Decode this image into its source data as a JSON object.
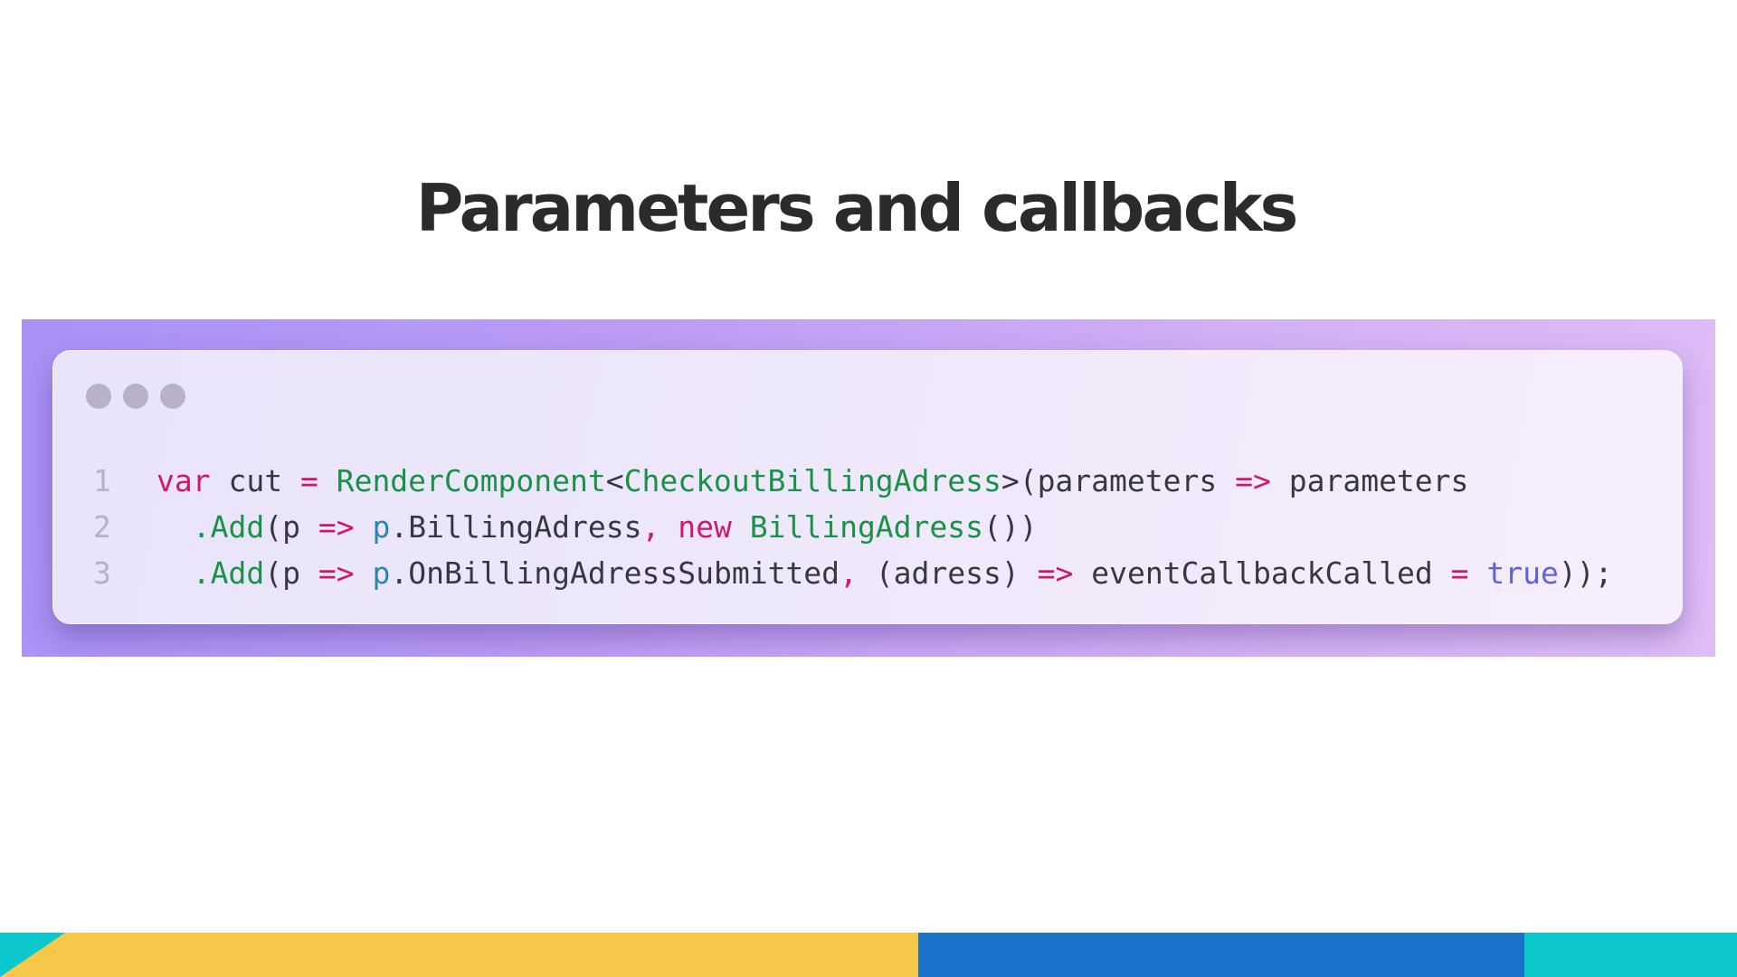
{
  "slide": {
    "title": "Parameters and callbacks"
  },
  "code": {
    "language": "csharp",
    "lines": [
      {
        "number": "1",
        "tokens": [
          {
            "t": "var",
            "k": "kw"
          },
          {
            "t": " cut ",
            "k": "pl"
          },
          {
            "t": "=",
            "k": "op"
          },
          {
            "t": " ",
            "k": "pl"
          },
          {
            "t": "RenderComponent",
            "k": "ty"
          },
          {
            "t": "<",
            "k": "pl"
          },
          {
            "t": "CheckoutBillingAdress",
            "k": "ty"
          },
          {
            "t": ">(parameters ",
            "k": "pl"
          },
          {
            "t": "=>",
            "k": "op"
          },
          {
            "t": " parameters",
            "k": "pl"
          }
        ]
      },
      {
        "number": "2",
        "tokens": [
          {
            "t": "  ",
            "k": "pl"
          },
          {
            "t": ".Add",
            "k": "ty"
          },
          {
            "t": "(p ",
            "k": "pl"
          },
          {
            "t": "=>",
            "k": "op"
          },
          {
            "t": " ",
            "k": "pl"
          },
          {
            "t": "p",
            "k": "va"
          },
          {
            "t": ".BillingAdress",
            "k": "pl"
          },
          {
            "t": ",",
            "k": "op"
          },
          {
            "t": " ",
            "k": "pl"
          },
          {
            "t": "new",
            "k": "kw"
          },
          {
            "t": " ",
            "k": "pl"
          },
          {
            "t": "BillingAdress",
            "k": "ty"
          },
          {
            "t": "())",
            "k": "pl"
          }
        ]
      },
      {
        "number": "3",
        "tokens": [
          {
            "t": "  ",
            "k": "pl"
          },
          {
            "t": ".Add",
            "k": "ty"
          },
          {
            "t": "(p ",
            "k": "pl"
          },
          {
            "t": "=>",
            "k": "op"
          },
          {
            "t": " ",
            "k": "pl"
          },
          {
            "t": "p",
            "k": "va"
          },
          {
            "t": ".OnBillingAdressSubmitted",
            "k": "pl"
          },
          {
            "t": ",",
            "k": "op"
          },
          {
            "t": " (adress) ",
            "k": "pl"
          },
          {
            "t": "=>",
            "k": "op"
          },
          {
            "t": " eventCallbackCalled ",
            "k": "pl"
          },
          {
            "t": "=",
            "k": "op"
          },
          {
            "t": " ",
            "k": "pl"
          },
          {
            "t": "true",
            "k": "bo"
          },
          {
            "t": "));",
            "k": "pl"
          }
        ]
      }
    ]
  },
  "colors": {
    "title": "#2b2b2b",
    "keyword": "#d2176b",
    "type": "#1a9148",
    "variable": "#2b87a8",
    "boolean": "#5b63e0",
    "plain": "#3a3641",
    "line_number": "#b7b0c6",
    "footer_yellow": "#f6c84a",
    "footer_blue": "#1a73c8",
    "footer_teal": "#0bc8cf"
  }
}
